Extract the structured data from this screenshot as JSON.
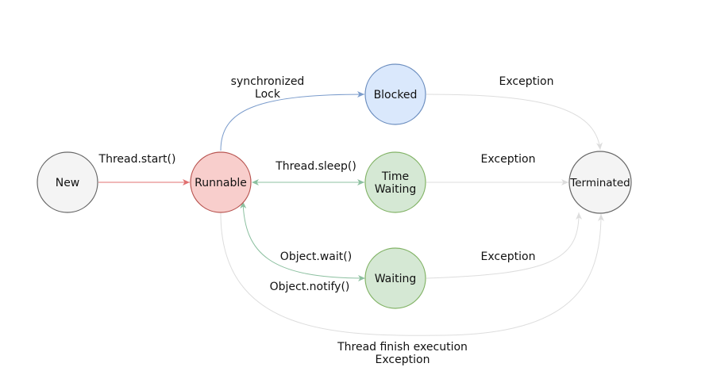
{
  "nodes": {
    "new": {
      "label": "New",
      "fill": "#f4f4f4",
      "stroke": "#666666"
    },
    "runnable": {
      "label": "Runnable",
      "fill": "#f8cecc",
      "stroke": "#b85450"
    },
    "blocked": {
      "label": "Blocked",
      "fill": "#dae8fc",
      "stroke": "#6c8ebf"
    },
    "time_waiting": {
      "line1": "Time",
      "line2": "Waiting",
      "fill": "#d5e8d4",
      "stroke": "#82b366"
    },
    "waiting": {
      "label": "Waiting",
      "fill": "#d5e8d4",
      "stroke": "#82b366"
    },
    "terminated": {
      "label": "Terminated",
      "fill": "#f4f4f4",
      "stroke": "#666666"
    }
  },
  "edges": {
    "start": {
      "label": "Thread.start()",
      "color": "#e07070"
    },
    "lock": {
      "line1": "synchronized",
      "line2": "Lock",
      "color": "#7b9ccc"
    },
    "sleep": {
      "label": "Thread.sleep()",
      "color": "#8cc0a0"
    },
    "wait": {
      "label": "Object.wait()",
      "color": "#8cc0a0"
    },
    "notify": {
      "label": "Object.notify()",
      "color": "#8cc0a0"
    },
    "blocked_exception": {
      "label": "Exception",
      "color": "#dddddd"
    },
    "time_waiting_exception": {
      "label": "Exception",
      "color": "#dddddd"
    },
    "waiting_exception": {
      "label": "Exception",
      "color": "#dddddd"
    },
    "finish": {
      "line1": "Thread finish execution",
      "line2": "Exception",
      "color": "#dddddd"
    }
  }
}
